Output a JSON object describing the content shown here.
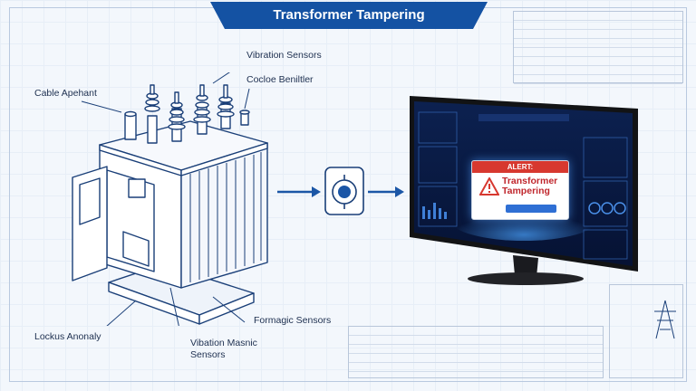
{
  "title": "Transformer Tampering",
  "labels": {
    "cable": "Cable Apehant",
    "vibration_top": "Vibration Sensors",
    "cooler": "Cocloe Beniltler",
    "locks": "Lockus Anonaly",
    "vibration_bottom": "Vibation Masnic Sensors",
    "magnetic": "Formagic Sensors"
  },
  "monitor": {
    "alert_header": "ALERT:",
    "alert_message": "Transformer Tampering"
  },
  "colors": {
    "line": "#1a3f78",
    "accent": "#1b56a6",
    "banner": "#1452a3",
    "alert": "#d7382f"
  }
}
